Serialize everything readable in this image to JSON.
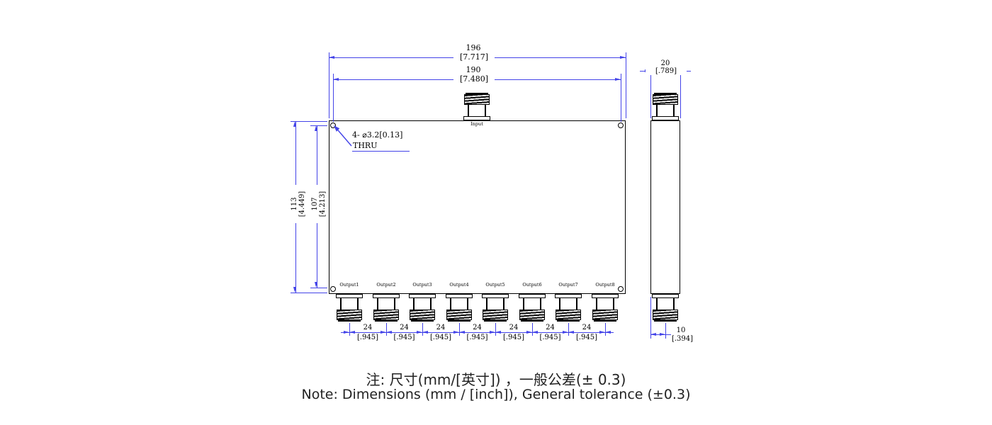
{
  "front_view": {
    "input_label": "Input",
    "output_labels": [
      "Output1",
      "Output2",
      "Output3",
      "Output4",
      "Output5",
      "Output6",
      "Output7",
      "Output8"
    ],
    "hole_callout": {
      "line1": "4- ⌀3.2[0.13]",
      "line2": "THRU"
    }
  },
  "dimensions": {
    "overall_width": {
      "mm": "196",
      "inch": "[7.717]"
    },
    "hole_span_width": {
      "mm": "190",
      "inch": "[7.480]"
    },
    "overall_height": {
      "mm": "113",
      "inch": "[4.449]"
    },
    "hole_span_height": {
      "mm": "107",
      "inch": "[4.213]"
    },
    "side_width": {
      "mm": "20",
      "inch": "[.789]"
    },
    "output_spacing": {
      "mm": "24",
      "inch": "[.945]"
    },
    "side_connector_offset": {
      "mm": "10",
      "inch": "[.394]"
    }
  },
  "notes": {
    "chinese": "注: 尺寸(mm/[英寸]) ，一般公差(± 0.3)",
    "english": "Note: Dimensions (mm / [inch]), General tolerance (±0.3)"
  },
  "colors": {
    "dimension_blue": "#4343e8",
    "drawing_black": "#000000",
    "background": "#ffffff"
  }
}
